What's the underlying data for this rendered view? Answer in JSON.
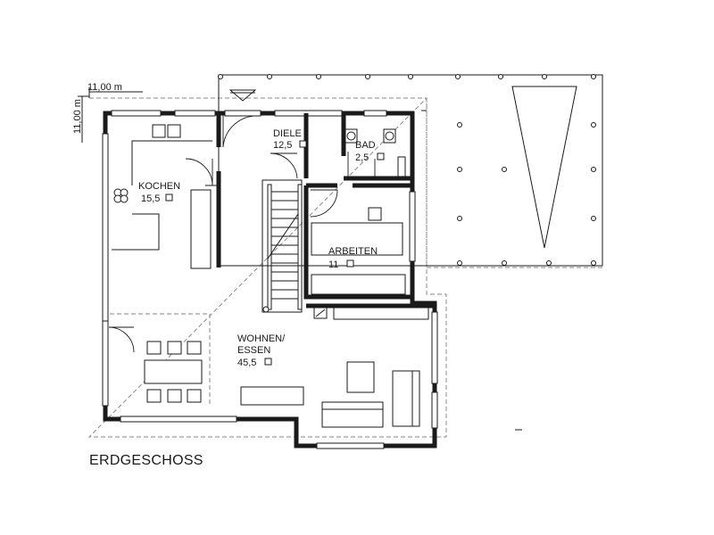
{
  "floor_name": "ERDGESCHOSS",
  "dimensions": {
    "width": "11,00 m",
    "height": "11,00 m"
  },
  "rooms": {
    "kochen": {
      "name": "KOCHEN",
      "area": "15,5"
    },
    "diele": {
      "name": "DIELE",
      "area": "12,5"
    },
    "bad": {
      "name": "BAD",
      "area": "2,5"
    },
    "arbeiten": {
      "name": "ARBEITEN",
      "area": "11"
    },
    "wohnen": {
      "name_line1": "WOHNEN/",
      "name_line2": "ESSEN",
      "area": "45,5"
    }
  },
  "colors": {
    "line": "#1a1a1a",
    "dashed": "#8a8a8a",
    "background": "#ffffff"
  }
}
